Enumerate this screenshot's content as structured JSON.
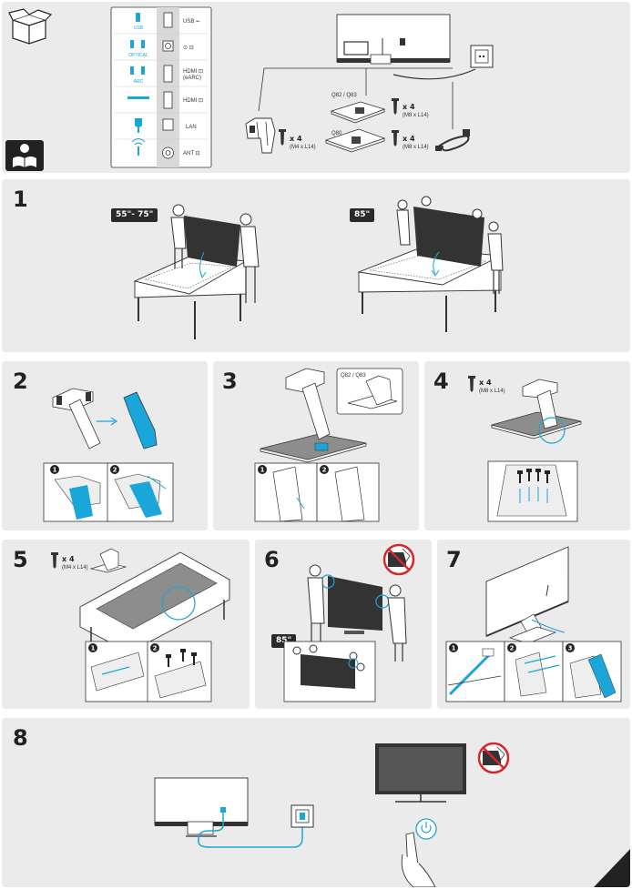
{
  "ports": {
    "rows": [
      {
        "left_label": "USB",
        "right_label": "USB ⭠"
      },
      {
        "left_label": "OPTICAL",
        "right_label": "⊙ ⊡"
      },
      {
        "left_label": "ARC",
        "right_label": "HDMI ⊡",
        "right_sub": "(eARC)"
      },
      {
        "left_label": "",
        "right_label": "HDMI ⊡"
      },
      {
        "left_label": "",
        "right_label": "LAN"
      },
      {
        "left_label": "",
        "right_label": "ANT ⊡"
      }
    ]
  },
  "components": {
    "model_a": "Q82 / Q83",
    "model_b": "Q80",
    "qty": "x 4",
    "screw_m8": "(M8 x L14)",
    "screw_m4": "(M4 x L14)"
  },
  "steps": {
    "s1": {
      "num": "1",
      "size_a": "55\"- 75\"",
      "size_b": "85\""
    },
    "s2": {
      "num": "2",
      "sub1": "1",
      "sub2": "2"
    },
    "s3": {
      "num": "3",
      "model": "Q82 / Q83",
      "sub1": "1",
      "sub2": "2"
    },
    "s4": {
      "num": "4",
      "qty": "x 4",
      "screw": "(M8 x L14)"
    },
    "s5": {
      "num": "5",
      "qty": "x 4",
      "screw": "(M4 x L14)",
      "sub1": "1",
      "sub2": "2"
    },
    "s6": {
      "num": "6",
      "size": "85\""
    },
    "s7": {
      "num": "7",
      "sub1": "1",
      "sub2": "2",
      "sub3": "3"
    },
    "s8": {
      "num": "8"
    }
  },
  "colors": {
    "accent": "#1aa6d9",
    "panel": "#ebebeb",
    "prohibit": "#d9262b",
    "dark": "#2a2a2a"
  }
}
